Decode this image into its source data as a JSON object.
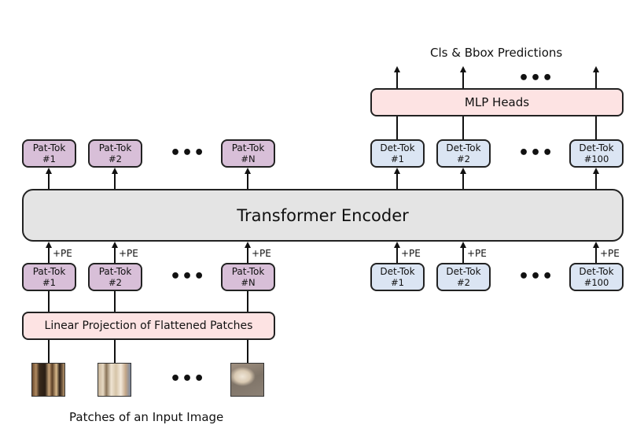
{
  "diagram": {
    "output_label": "Cls & Bbox Predictions",
    "mlp_heads": "MLP Heads",
    "encoder": "Transformer Encoder",
    "projection": "Linear Projection of Flattened Patches",
    "input_label": "Patches of an Input Image",
    "pe_label": "+PE",
    "ellipsis": "•••",
    "patch_tokens": [
      {
        "name": "Pat-Tok",
        "index": "#1"
      },
      {
        "name": "Pat-Tok",
        "index": "#2"
      },
      {
        "name": "Pat-Tok",
        "index": "#N"
      }
    ],
    "det_tokens": [
      {
        "name": "Det-Tok",
        "index": "#1"
      },
      {
        "name": "Det-Tok",
        "index": "#2"
      },
      {
        "name": "Det-Tok",
        "index": "#100"
      }
    ],
    "patches": [
      {
        "description": "building doorway patch"
      },
      {
        "description": "street facade patch"
      },
      {
        "description": "white dog patch"
      }
    ],
    "colors": {
      "patch_token": "#d8bfd8",
      "det_token": "#dbe5f3",
      "head": "#fde3e3",
      "encoder": "#e4e4e4"
    }
  }
}
